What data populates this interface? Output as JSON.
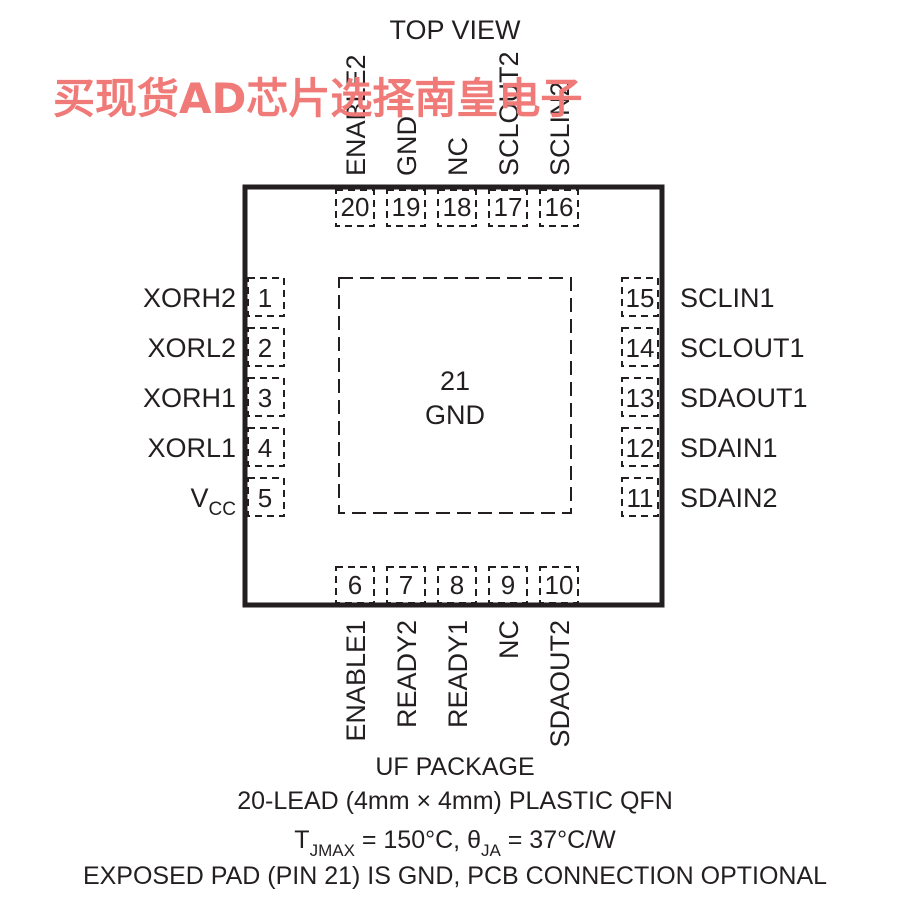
{
  "view_title": "TOP VIEW",
  "watermark": "买现货AD芯片选择南皇电子",
  "exposed_pad": {
    "number": "21",
    "name": "GND"
  },
  "pins": {
    "left": [
      {
        "num": "1",
        "name": "XORH2"
      },
      {
        "num": "2",
        "name": "XORL2"
      },
      {
        "num": "3",
        "name": "XORH1"
      },
      {
        "num": "4",
        "name": "XORL1"
      },
      {
        "num": "5",
        "name": "V",
        "name_sub": "CC"
      }
    ],
    "right": [
      {
        "num": "15",
        "name": "SCLIN1"
      },
      {
        "num": "14",
        "name": "SCLOUT1"
      },
      {
        "num": "13",
        "name": "SDAOUT1"
      },
      {
        "num": "12",
        "name": "SDAIN1"
      },
      {
        "num": "11",
        "name": "SDAIN2"
      }
    ],
    "top": [
      {
        "num": "20",
        "name": "ENABLE2"
      },
      {
        "num": "19",
        "name": "GND"
      },
      {
        "num": "18",
        "name": "NC"
      },
      {
        "num": "17",
        "name": "SCLOUT2"
      },
      {
        "num": "16",
        "name": "SCLIN2"
      }
    ],
    "bottom": [
      {
        "num": "6",
        "name": "ENABLE1"
      },
      {
        "num": "7",
        "name": "READY2"
      },
      {
        "num": "8",
        "name": "READY1"
      },
      {
        "num": "9",
        "name": "NC"
      },
      {
        "num": "10",
        "name": "SDAOUT2"
      }
    ]
  },
  "caption": {
    "line1": "UF PACKAGE",
    "line2": "20-LEAD (4mm × 4mm) PLASTIC QFN",
    "tj_t": "T",
    "tj_sub": "JMAX",
    "tj_mid": " = 150°C, ",
    "theta": "θ",
    "theta_sub": "JA",
    "theta_val": " = 37°C/W",
    "line4": "EXPOSED PAD (PIN 21) IS GND, PCB CONNECTION OPTIONAL"
  }
}
